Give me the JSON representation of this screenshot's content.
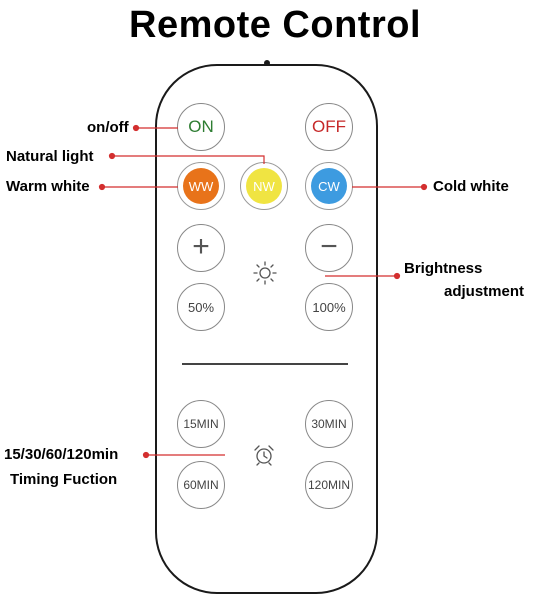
{
  "title": "Remote Control",
  "buttons": {
    "on": "ON",
    "off": "OFF",
    "ww": "WW",
    "nw": "NW",
    "cw": "CW",
    "plus": "+",
    "minus": "−",
    "b50": "50%",
    "b100": "100%",
    "t15": "15MIN",
    "t30": "30MIN",
    "t60": "60MIN",
    "t120": "120MIN"
  },
  "labels": {
    "onoff": "on/off",
    "natural": "Natural light",
    "warm": "Warm white",
    "cold": "Cold white",
    "brightness_1": "Brightness",
    "brightness_2": "adjustment",
    "timing_1": "15/30/60/120min",
    "timing_2": "Timing Fuction"
  },
  "colors": {
    "on_text": "#2e7d32",
    "off_text": "#c62828",
    "ww_fill": "#e8731a",
    "nw_fill": "#f0e442",
    "cw_fill": "#3d9be0",
    "leader": "#d32f2f"
  }
}
